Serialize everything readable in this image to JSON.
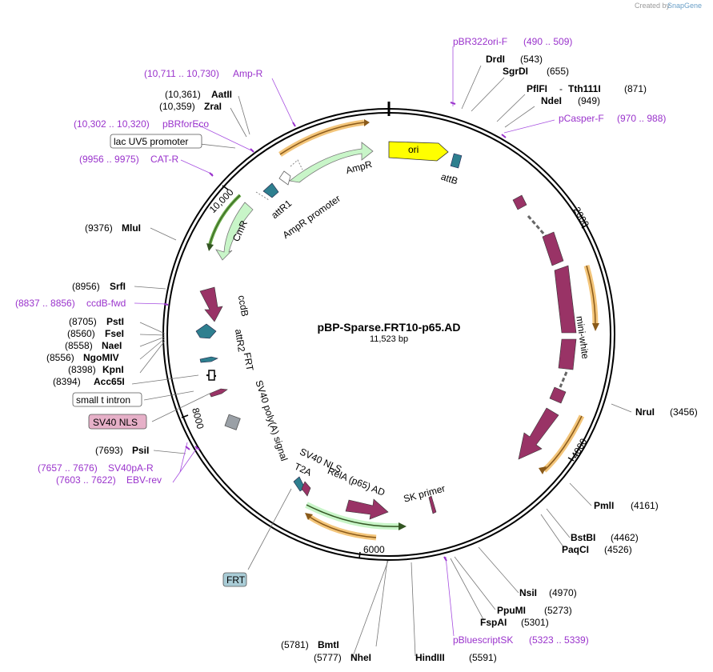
{
  "credit": {
    "text": "Created by",
    "brand": "SnapGene"
  },
  "plasmid": {
    "name": "pBP-Sparse.FRT10-p65.AD",
    "length": "11,523 bp"
  },
  "ticks": {
    "t2000": "2000",
    "t4000": "4000",
    "t6000": "6000",
    "t8000": "8000",
    "t10000": "10,000"
  },
  "sites": [
    {
      "name": "DrdI",
      "pos": "(543)"
    },
    {
      "name": "SgrDI",
      "pos": "(655)"
    },
    {
      "name": "PflFI",
      "sep": "-",
      "name2": "Tth111I",
      "pos": "(871)"
    },
    {
      "name": "NdeI",
      "pos": "(949)"
    },
    {
      "name": "NruI",
      "pos": "(3456)"
    },
    {
      "name": "PmlI",
      "pos": "(4161)"
    },
    {
      "name": "BstBI",
      "pos": "(4462)"
    },
    {
      "name": "PaqCI",
      "pos": "(4526)"
    },
    {
      "name": "NsiI",
      "pos": "(4970)"
    },
    {
      "name": "PpuMI",
      "pos": "(5273)"
    },
    {
      "name": "FspAI",
      "pos": "(5301)"
    },
    {
      "name": "HindIII",
      "pos": "(5591)"
    },
    {
      "name": "NheI",
      "pos": "(5777)"
    },
    {
      "name": "BmtI",
      "pos": "(5781)"
    },
    {
      "name": "PsiI",
      "pos": "(7693)"
    },
    {
      "name": "Acc65I",
      "pos": "(8394)"
    },
    {
      "name": "KpnI",
      "pos": "(8398)"
    },
    {
      "name": "NgoMIV",
      "pos": "(8556)"
    },
    {
      "name": "NaeI",
      "pos": "(8558)"
    },
    {
      "name": "FseI",
      "pos": "(8560)"
    },
    {
      "name": "PstI",
      "pos": "(8705)"
    },
    {
      "name": "SrfI",
      "pos": "(8956)"
    },
    {
      "name": "MluI",
      "pos": "(9376)"
    },
    {
      "name": "ZraI",
      "pos": "(10,359)"
    },
    {
      "name": "AatII",
      "pos": "(10,361)"
    }
  ],
  "primers": [
    {
      "name": "pBR322ori-F",
      "range": "(490 .. 509)"
    },
    {
      "name": "pCasper-F",
      "range": "(970 .. 988)"
    },
    {
      "name": "pBluescriptSK",
      "range": "(5323 .. 5339)"
    },
    {
      "name": "SV40pA-R",
      "range": "(7657 .. 7676)"
    },
    {
      "name": "EBV-rev",
      "range": "(7603 .. 7622)"
    },
    {
      "name": "ccdB-fwd",
      "range": "(8837 .. 8856)"
    },
    {
      "name": "CAT-R",
      "range": "(9956 .. 9975)"
    },
    {
      "name": "pBRforEco",
      "range": "(10,302 .. 10,320)"
    },
    {
      "name": "Amp-R",
      "range": "(10,711 .. 10,730)"
    }
  ],
  "boxed": {
    "lacuv5": "lac UV5 promoter",
    "small_t": "small t intron",
    "sv40nls": "SV40 NLS",
    "frt": "FRT"
  },
  "features": {
    "ori": "ori",
    "attB": "attB",
    "mini_white": "mini-white",
    "ampr": "AmpR",
    "ampr_promoter": "AmpR promoter",
    "attr1": "attR1",
    "cmr": "CmR",
    "ccdb": "ccdB",
    "attr2": "attR2",
    "frt": "FRT",
    "sv40_polya": "SV40 poly(A) signal",
    "sv40_nls": "SV40 NLS",
    "t2a": "T2A",
    "rela": "RelA (p65) AD",
    "sk_primer": "SK primer"
  },
  "colors": {
    "backbone": "#000000",
    "ori": "#ffff00",
    "marker": "#c8f5c8",
    "white_gene": "#993366",
    "primer": "#9a33cc",
    "boxed_pink": "#e6b0c8",
    "boxed_blue": "#a9ccd6",
    "site_teal": "#2e7f8f"
  }
}
